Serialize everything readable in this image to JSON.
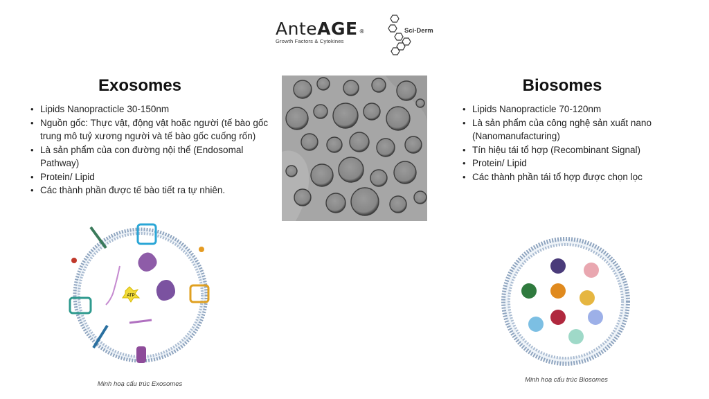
{
  "brand": {
    "name_regular": "Ante",
    "name_bold": "AGE",
    "registered": "®",
    "tagline": "Growth Factors & Cytokines",
    "partner": "Sci-Derm"
  },
  "exosomes": {
    "title": "Exosomes",
    "points": [
      "Lipids Nanopracticle 30-150nm",
      "Nguồn gốc: Thực vật, động vật hoặc người (tế bào gốc trung mô tuỷ xương người và tế bào gốc cuống rốn)",
      "Là sản phẩm của con đường nội thể (Endosomal Pathway)",
      "Protein/ Lipid",
      "Các thành phần được tế bào tiết ra tự nhiên."
    ],
    "atp_label": "ATP",
    "caption": "Minh hoạ cấu trúc Exosomes"
  },
  "biosomes": {
    "title": "Biosomes",
    "points": [
      "Lipids Nanopracticle 70-120nm",
      "Là sản phẩm của công nghệ sản xuất nano (Nanomanufacturing)",
      "Tín hiệu tái tổ hợp (Recombinant Signal)",
      "Protein/ Lipid",
      "Các thành phần tái tổ hợp được chọn lọc"
    ],
    "caption": "Minh hoạ cấu trúc Biosomes"
  }
}
